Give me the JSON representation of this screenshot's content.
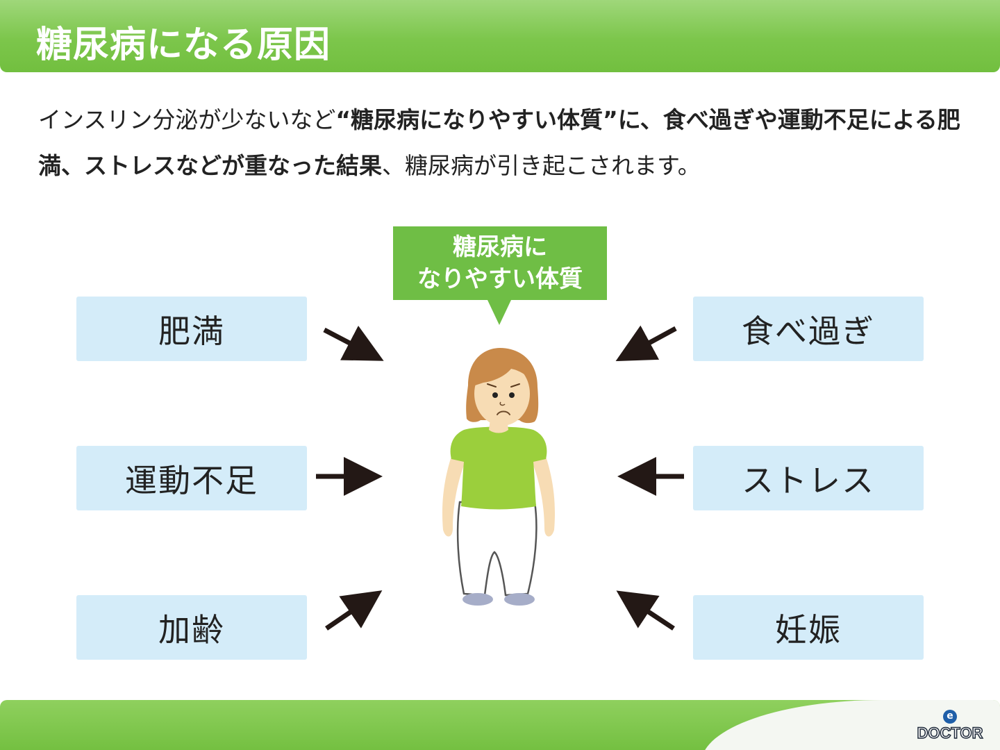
{
  "header": {
    "title": "糖尿病になる原因"
  },
  "intro": {
    "part1": "インスリン分泌が少ないなど",
    "part2": "“糖尿病になりやすい体質”に、食べ過ぎや運動不足による肥満、ストレスなどが重なった結果",
    "part3": "、糖尿病が引き起こされます。"
  },
  "center": {
    "line1": "糖尿病に",
    "line2": "なりやすい体質"
  },
  "causes": {
    "left": [
      "肥満",
      "運動不足",
      "加齢"
    ],
    "right": [
      "食べ過ぎ",
      "ストレス",
      "妊娠"
    ]
  },
  "logo": {
    "letter": "e",
    "name": "DOCTOR"
  },
  "colors": {
    "header_green": "#7cc64b",
    "label_green": "#6fbe45",
    "box_blue": "#d4ecf9",
    "arrow": "#231815",
    "shirt": "#9bcf3c",
    "hair": "#c98a4a"
  }
}
